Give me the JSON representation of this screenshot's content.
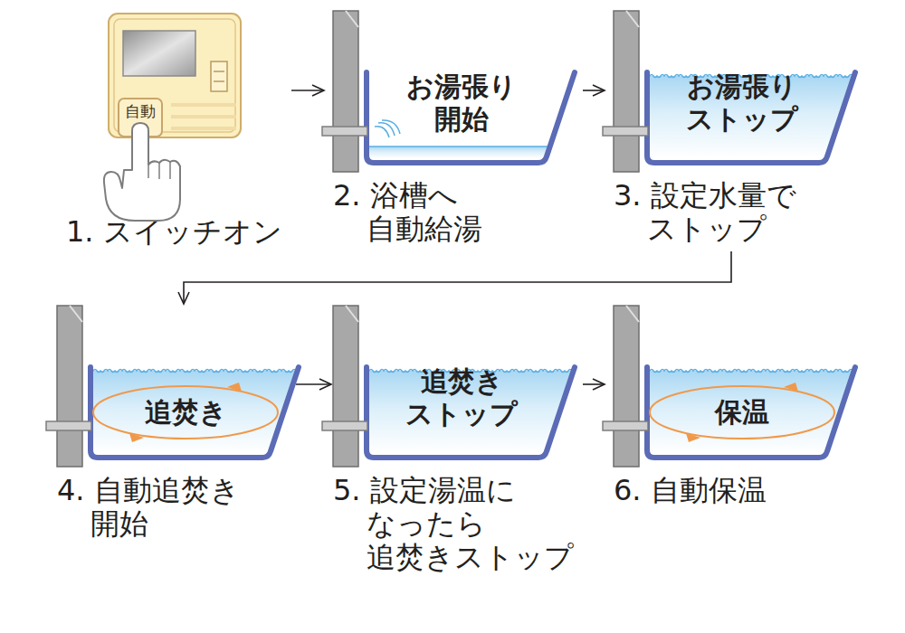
{
  "diagram": {
    "nodes": [
      {
        "text": [
          "1. スイッチオン"
        ]
      },
      {
        "text": [
          "自動"
        ],
        "in": 0
      },
      {
        "text": [
          "お湯張り 開始",
          "2. 浴槽へ 自動給湯"
        ]
      },
      {
        "text": [
          "お湯張り ストップ",
          "3. 設定水量で ストップ"
        ]
      },
      {
        "text": [
          "追焚き",
          "4. 自動追焚き 開始"
        ]
      },
      {
        "text": [
          "追焚き ストップ",
          "5. 設定湯温に なったら 追焚きストップ"
        ]
      },
      {
        "text": [
          "保温",
          "6. 自動保温"
        ]
      }
    ],
    "edges": [
      {
        "from": 0,
        "to": 2,
        "arrow": "to"
      },
      {
        "from": 2,
        "to": 3,
        "arrow": "to"
      },
      {
        "from": 3,
        "to": 4,
        "arrow": "to"
      },
      {
        "from": 4,
        "to": 5,
        "arrow": "to"
      },
      {
        "from": 5,
        "to": 6,
        "arrow": "to"
      }
    ]
  }
}
